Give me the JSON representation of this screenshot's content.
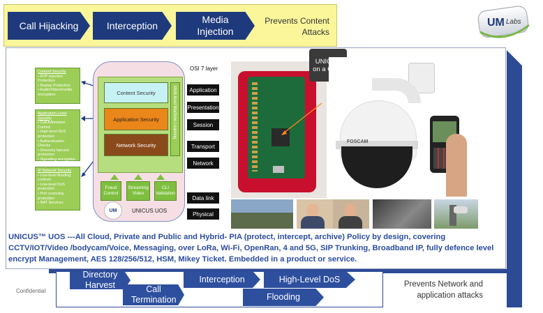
{
  "top_banner": {
    "steps": [
      "Call Hijacking",
      "Interception",
      "Media Injection"
    ],
    "prevents": "Prevents Content Attacks"
  },
  "logo": {
    "brand": "UM Labs"
  },
  "diagram": {
    "left_boxes": [
      {
        "title": "Content Security",
        "items": [
          "RTP Injection Protection",
          "Replay Protection",
          "Audio/Video/media encryption"
        ]
      },
      {
        "title": "Application Level Security",
        "items": [
          "Call Admission Control",
          "High-level DoS protection",
          "Authentication Checks",
          "Directory harvest protection",
          "Signalling encryption"
        ]
      },
      {
        "title": "IP Network Security",
        "items": [
          "Low-level flooding controls",
          "Low-level DoS protection",
          "Port scanning protection",
          "NAT Services"
        ]
      }
    ],
    "layers": [
      "Content Security",
      "Application Security",
      "Network Security"
    ],
    "side_label": "Multi-level Machine Learning",
    "modules": [
      "Fraud Control",
      "Streaming Video",
      "CLI Validation"
    ],
    "product_label": "UNICUS UOS",
    "osi_title": "OSI 7 layer",
    "osi_layers": [
      "Application",
      "Presentation",
      "Session",
      "Transport",
      "Network",
      "Data link",
      "Physical"
    ]
  },
  "chip_badge": "UNICUS on a CHIP",
  "camera_brand": "FOSCAM",
  "description": "UNICUS™ UOS ---All Cloud, Private and Public and Hybrid- PIA (protect, intercept, archive) Policy by design, covering CCTV/IOT/Video /bodycam/Voice, Messaging, over LoRa, Wi-Fi, OpenRan, 4 and 5G, SIP Trunking, Broadband IP, fully defence level encrypt Management, AES 128/256/512, HSM, Mikey Ticket. Embedded in a product or service.",
  "confidential": "Confidential",
  "bottom_banner": {
    "steps": [
      "Directory Harvest",
      "Call Termination",
      "Interception",
      "High-Level DoS",
      "Flooding"
    ],
    "prevents": "Prevents Network and application attacks"
  },
  "colors": {
    "banner_yellow": "#fbf69a",
    "chevron_navy": "#1e3a7c",
    "accent_blue": "#2d4a95",
    "text_blue": "#2a4ca0"
  }
}
